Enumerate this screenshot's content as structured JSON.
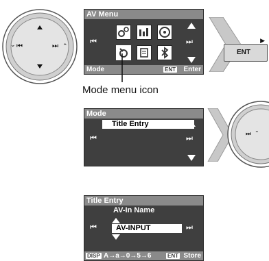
{
  "dial": {
    "left_label": "⏮",
    "right_label": "⏭"
  },
  "av_menu": {
    "title": "AV Menu",
    "icons": [
      "settings-icon",
      "equalizer-icon",
      "disc-icon",
      "mode-icon",
      "list-icon",
      "bluetooth-icon"
    ],
    "footer_left": "Mode",
    "footer_key": "ENT",
    "footer_right": "Enter"
  },
  "ent_button": {
    "label": "ENT"
  },
  "caption": "Mode menu icon",
  "mode_panel": {
    "title": "Mode",
    "selected": "Title Entry"
  },
  "title_entry_panel": {
    "title": "Title Entry",
    "subtitle": "AV-In Name",
    "value": "AV-INPUT",
    "footer_key": "DISP",
    "footer_chars": "A→a→0→5→6",
    "footer_ent": "ENT",
    "footer_right": "Store"
  },
  "colors": {
    "panel": "#3f3f3f",
    "bar": "#8a8a8a",
    "arrow_fill": "#c8c8c8"
  }
}
